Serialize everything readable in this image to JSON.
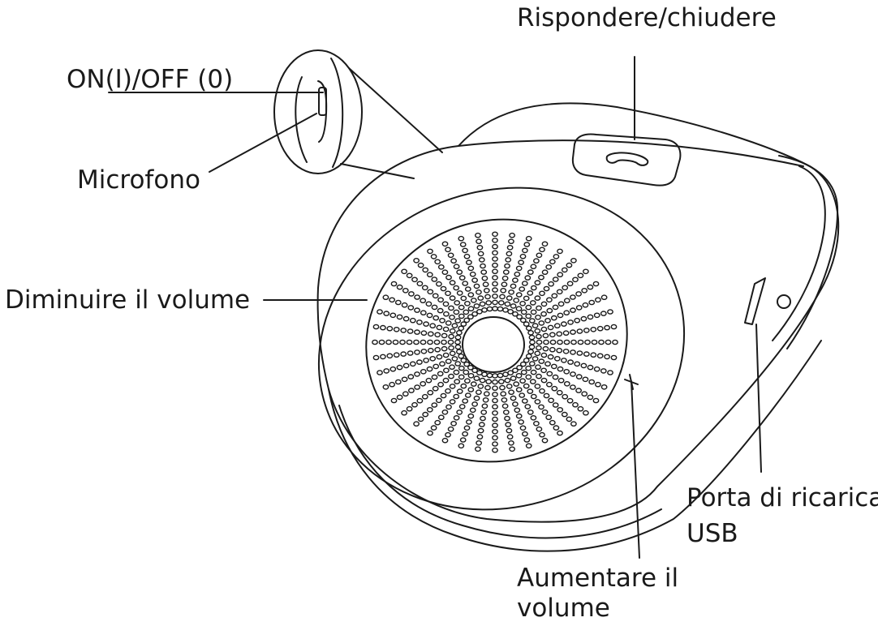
{
  "labels": {
    "answer_end": "Rispondere/chiudere",
    "power": "ON(I)/OFF (0)",
    "microphone": "Microfono",
    "volume_down": "Diminuire il volume",
    "usb_port_line1": "Porta di ricarica",
    "usb_port_line2": "USB",
    "volume_up_line1": "Aumentare il",
    "volume_up_line2": "volume",
    "footer_partial": ""
  },
  "colors": {
    "stroke": "#1a1a1a",
    "background": "#ffffff"
  },
  "icons": {
    "answer_button": "phone-handset-icon"
  }
}
